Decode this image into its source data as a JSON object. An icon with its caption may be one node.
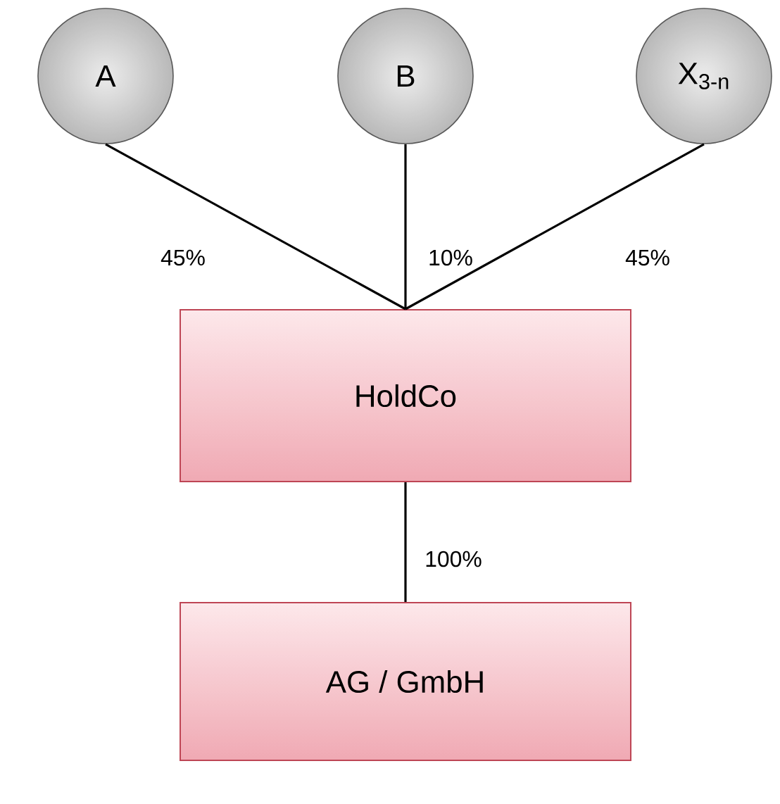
{
  "diagram": {
    "nodes": [
      {
        "text": [
          "A"
        ]
      },
      {
        "text": [
          "B"
        ]
      },
      {
        "text": [
          "X$_{3-n}$"
        ]
      },
      {
        "text": [
          "HoldCo"
        ]
      },
      {
        "text": [
          "AG / GmbH"
        ]
      }
    ],
    "edges": [
      {
        "from": 0,
        "to": 3,
        "arrow": "none",
        "label": "45%"
      },
      {
        "from": 1,
        "to": 3,
        "arrow": "none",
        "label": "10%"
      },
      {
        "from": 2,
        "to": 3,
        "arrow": "none",
        "label": "45%"
      },
      {
        "from": 3,
        "to": 4,
        "arrow": "none",
        "label": "100%"
      }
    ]
  }
}
